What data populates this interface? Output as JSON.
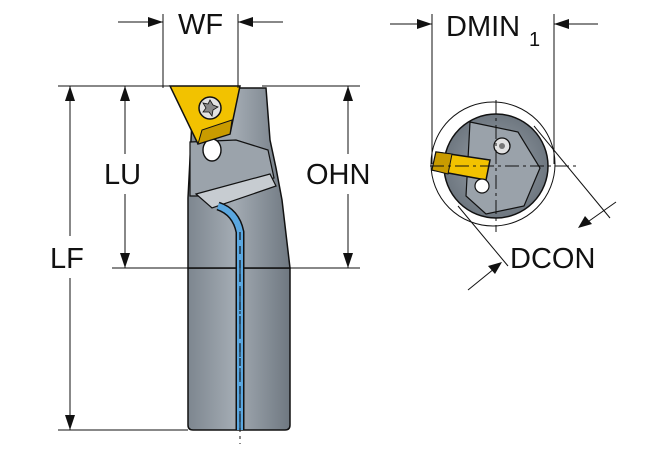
{
  "labels": {
    "wf": "WF",
    "lu": "LU",
    "lf": "LF",
    "ohn": "OHN",
    "dmin": "DMIN",
    "dmin_sub": "1",
    "dcon": "DCON"
  },
  "colors": {
    "tool_body": "#8d96a0",
    "tool_body_dark": "#5e6770",
    "tool_outline": "#111111",
    "insert": "#f2c200",
    "insert_dark": "#c99b00",
    "coolant": "#5aa7e0",
    "dimension_line": "#111111"
  },
  "icons": {
    "insert_screw": "torx-screw-icon",
    "arrowhead": "dimension-arrow-icon"
  }
}
